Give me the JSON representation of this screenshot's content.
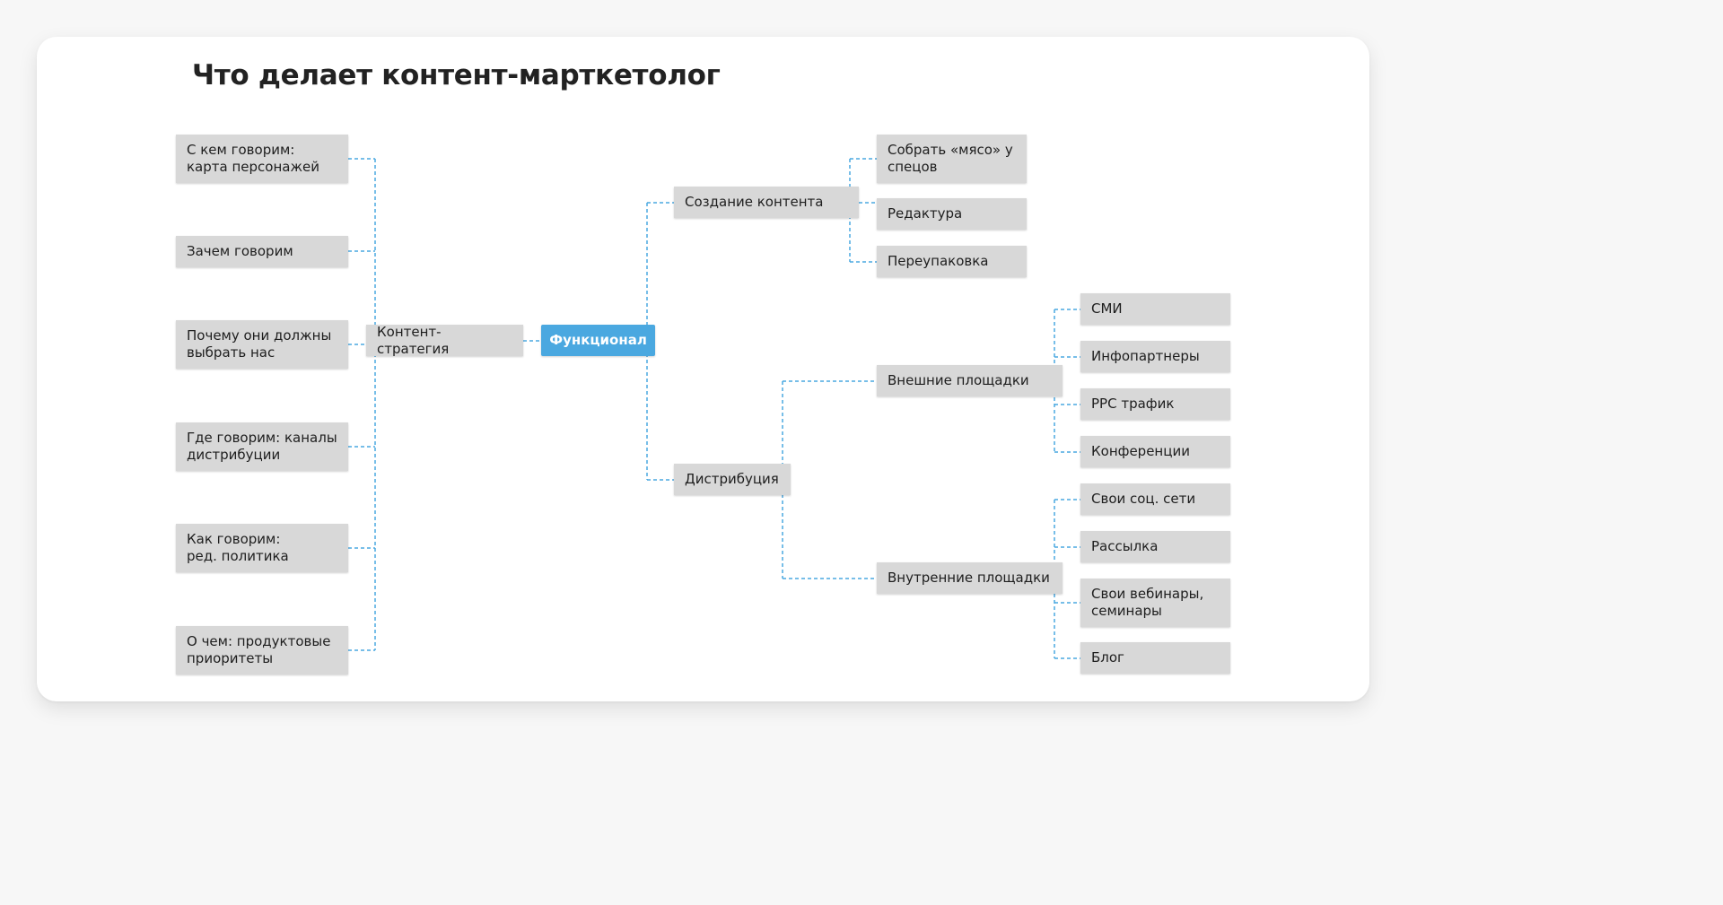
{
  "title": "Что делает контент-марткетолог",
  "colors": {
    "center_node": "#4aa8e0",
    "node": "#d8d8d8",
    "connector": "#4aa8e0"
  },
  "center": "Функционал",
  "strategy": {
    "label": "Контент-стратегия",
    "items": [
      "С кем говорим:\nкарта персонажей",
      "Зачем говорим",
      "Почему они должны\nвыбрать нас",
      "Где говорим: каналы\nдистрибуции",
      "Как говорим:\nред. политика",
      "О чем: продуктовые\nприоритеты"
    ]
  },
  "creation": {
    "label": "Создание контента",
    "items": [
      "Собрать «мясо» у\nспецов",
      "Редактура",
      "Переупаковка"
    ]
  },
  "distribution": {
    "label": "Дистрибуция",
    "external": {
      "label": "Внешние площадки",
      "items": [
        "СМИ",
        "Инфопартнеры",
        "PPC трафик",
        "Конференции"
      ]
    },
    "internal": {
      "label": "Внутренние площадки",
      "items": [
        "Свои соц. сети",
        "Рассылка",
        "Свои вебинары,\nсеминары",
        "Блог"
      ]
    }
  }
}
